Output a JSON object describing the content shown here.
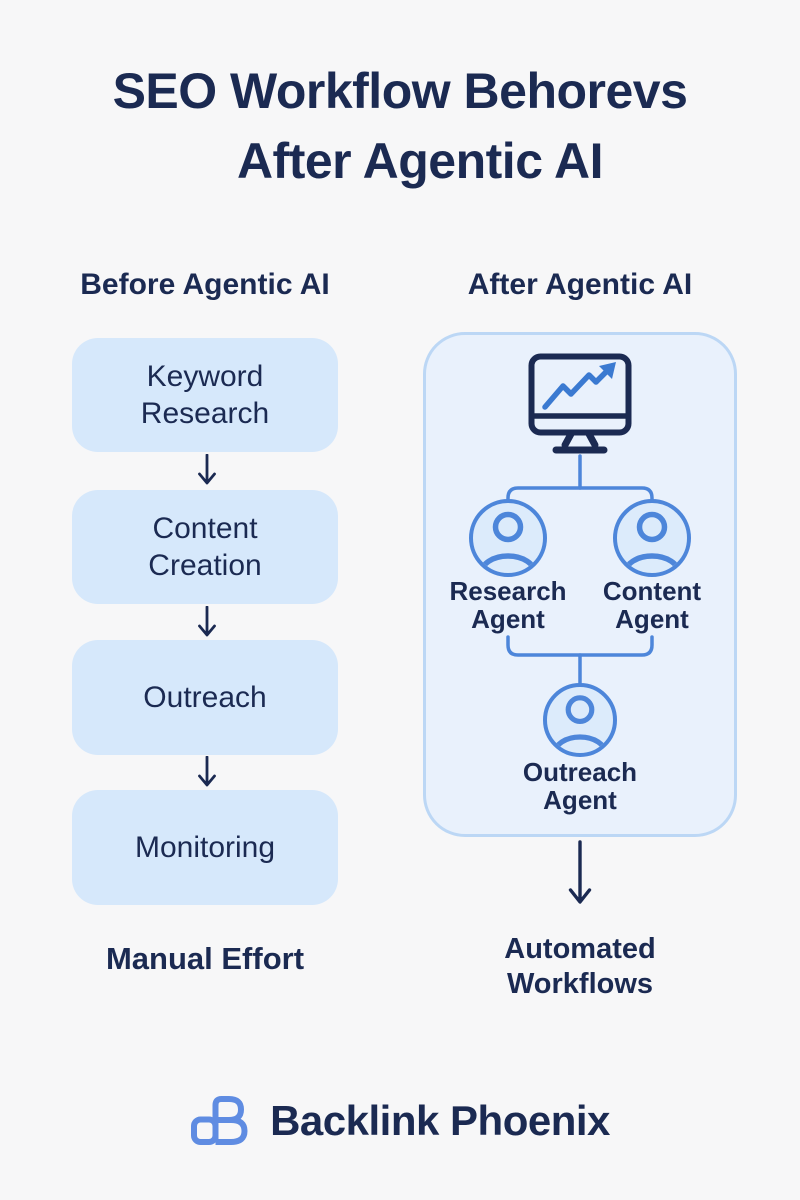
{
  "title": {
    "line1": "SEO Workflow Behorevs",
    "line2": "After Agentic AI"
  },
  "before": {
    "header": "Before Agentic AI",
    "steps": [
      "Keyword Research",
      "Content Creation",
      "Outreach",
      "Monitoring"
    ],
    "caption": "Manual Effort"
  },
  "after": {
    "header": "After Agentic AI",
    "hub_icon": "monitor-trend-chart-icon",
    "agents": [
      {
        "icon": "person-agent-icon",
        "label": "Research Agent"
      },
      {
        "icon": "person-agent-icon",
        "label": "Content Agent"
      },
      {
        "icon": "person-agent-icon",
        "label": "Outreach Agent"
      }
    ],
    "caption": "Automated Workflows"
  },
  "brand": {
    "logo_icon": "backlink-phoenix-mark-icon",
    "name": "Backlink Phoenix"
  },
  "colors": {
    "background": "#f7f7f8",
    "navy_text": "#1b2a52",
    "step_box_fill": "#d6e8fb",
    "panel_fill": "#e9f1fc",
    "panel_border": "#bcd7f5",
    "connector_blue": "#4d86da",
    "agent_circle_fill": "#dcebfb",
    "chart_line_blue": "#3b7ad1",
    "logo_blue": "#5f8ce2"
  }
}
